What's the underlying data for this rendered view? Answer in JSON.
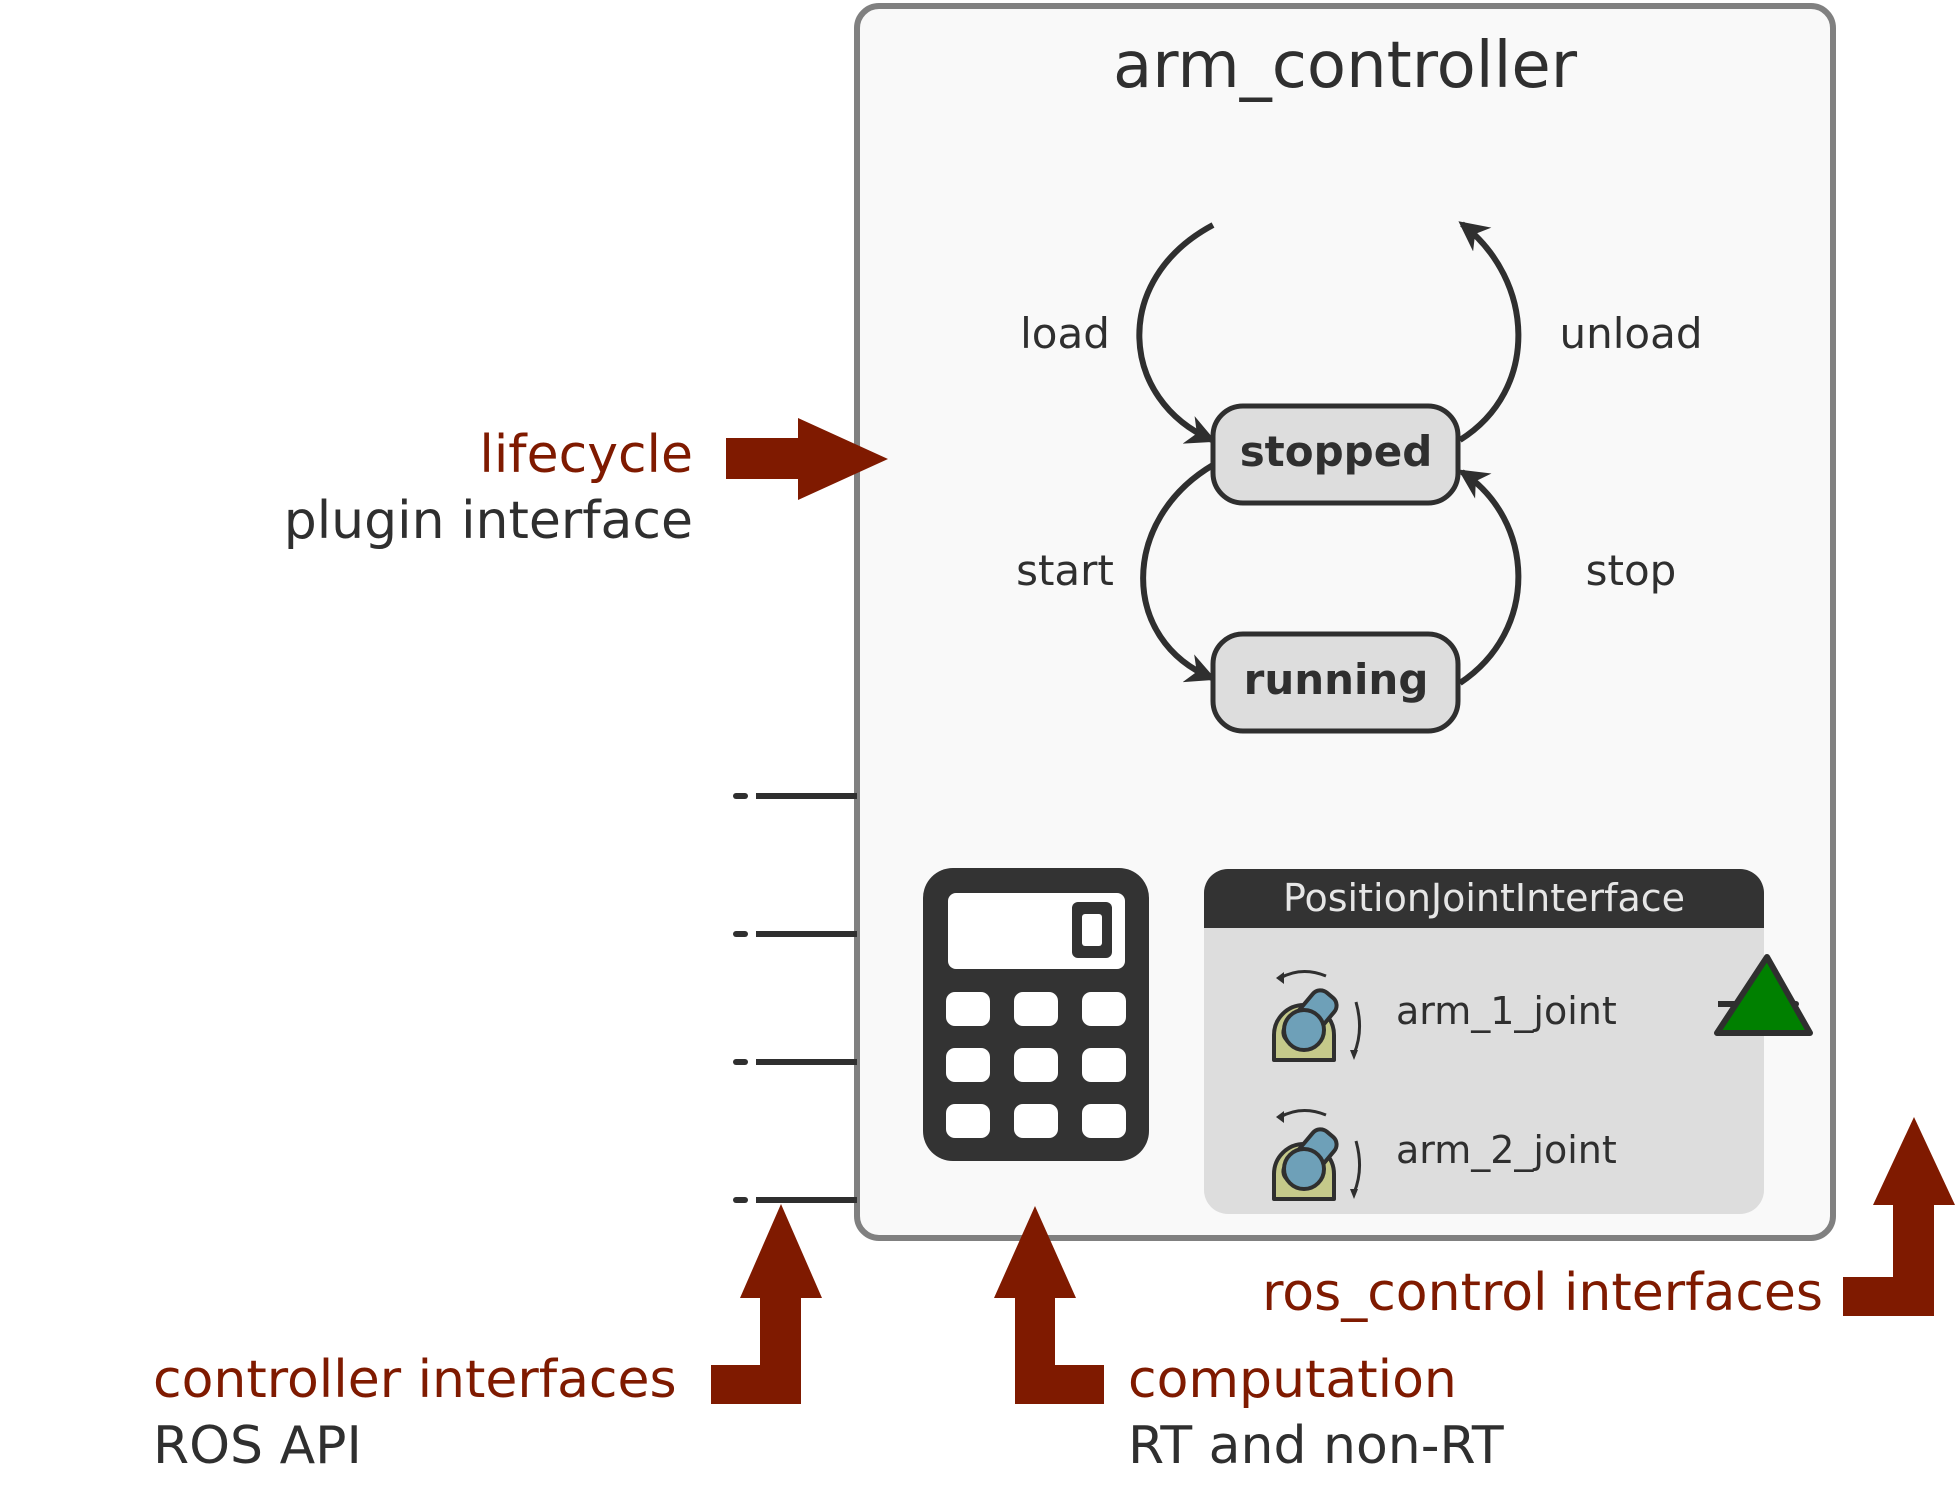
{
  "controller": {
    "title": "arm_controller"
  },
  "state_machine": {
    "states": [
      "stopped",
      "running"
    ],
    "transitions": {
      "load": "load",
      "unload": "unload",
      "start": "start",
      "stop": "stop"
    }
  },
  "joint_interface": {
    "title": "PositionJointInterface",
    "joints": [
      "arm_1_joint",
      "arm_2_joint"
    ]
  },
  "annotations": {
    "lifecycle": {
      "title": "lifecycle",
      "subtitle": "plugin interface"
    },
    "controller_interfaces": {
      "title": "controller interfaces",
      "subtitle": "ROS API"
    },
    "computation": {
      "title": "computation",
      "subtitle": "RT and non-RT"
    },
    "ros_control": {
      "title": "ros_control interfaces"
    }
  },
  "icons": [
    "calculator-icon",
    "joint-icon",
    "triangle-connector-icon"
  ],
  "colors": {
    "accent_red": "#7f1a00",
    "text_dark": "#2f2f2f",
    "panel_fill": "#f9f9f9",
    "panel_border": "#808080",
    "state_fill": "#dddddd",
    "header_dark": "#333333",
    "connector_green": "#008000",
    "joint_blue": "#6ea0b8",
    "joint_base": "#c5c98a"
  }
}
